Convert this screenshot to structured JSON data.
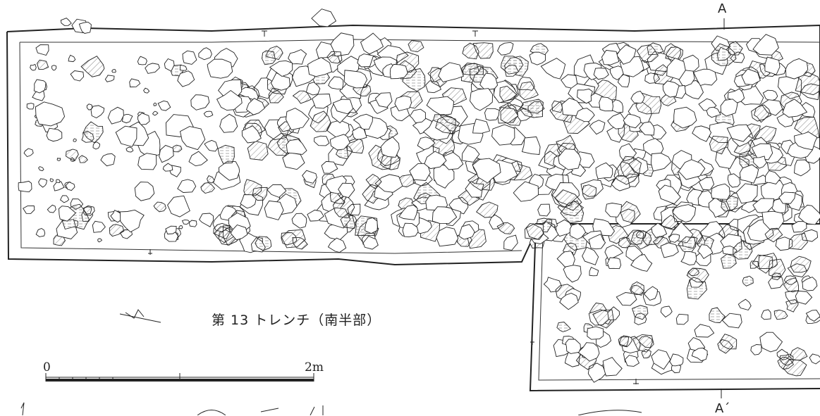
{
  "figure": {
    "title": "第 13 トレンチ（南半部）",
    "section_start": "A",
    "section_end": "A´"
  },
  "scale_bar": {
    "start_label": "0",
    "end_label": "2m"
  },
  "colors": {
    "line": "#222222",
    "hatch": "#555555",
    "background": "#ffffff"
  }
}
